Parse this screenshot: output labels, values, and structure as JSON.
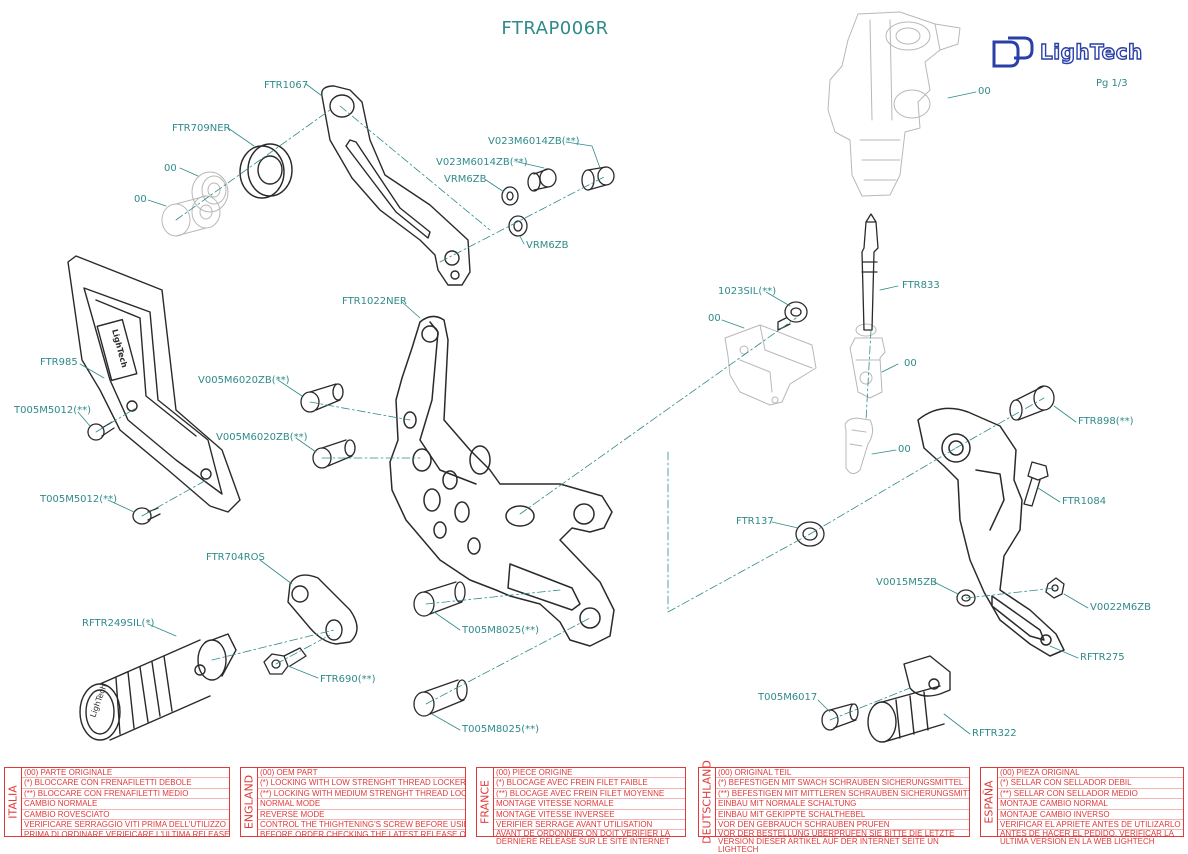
{
  "header": {
    "title": "FTRAP006R",
    "brand": "LighTech",
    "page": "Pg 1/3"
  },
  "colors": {
    "label": "#2f8a8a",
    "leader": "#2f8a8a",
    "line": "#2a2a2a",
    "ghost": "#b8b8b8",
    "legend": "#e03a3a",
    "brand": "#2a3fa8"
  },
  "parts": {
    "ftr1067": "FTR1067",
    "ftr709ner": "FTR709NER",
    "oem_bush_top": "00",
    "oem_bush_bottom": "00",
    "v023_upper": "V023M6014ZB(**)",
    "v023_lower": "V023M6014ZB(**)",
    "vrm6zb_left": "VRM6ZB",
    "vrm6zb_right": "VRM6ZB",
    "oem_master_cylinder": "00",
    "ftr833": "FTR833",
    "oem_clevis": "00",
    "oem_clip": "00",
    "s1023sil": "1023SIL(**)",
    "oem_bracket": "00",
    "ftr1022ner": "FTR1022NER",
    "v005_upper": "V005M6020ZB(**)",
    "v005_lower": "V005M6020ZB(**)",
    "ftr985": "FTR985",
    "t005m5012_upper": "T005M5012(**)",
    "t005m5012_lower": "T005M5012(**)",
    "ftr898": "FTR898(**)",
    "ftr1084": "FTR1084",
    "ftr137": "FTR137",
    "v0015m5zb": "V0015M5ZB",
    "v0022m6zb": "V0022M6ZB",
    "rftr275": "RFTR275",
    "ftr704ros": "FTR704ROS",
    "rftr249sil": "RFTR249SIL(*)",
    "ftr690": "FTR690(**)",
    "t005m8025_upper": "T005M8025(**)",
    "t005m8025_lower": "T005M8025(**)",
    "t005m6017": "T005M6017",
    "rftr322": "RFTR322"
  },
  "peg_branding": "LighTech",
  "legend": [
    {
      "language": "ITALIA",
      "rows": [
        "(00) PARTE ORIGINALE",
        "(*)   BLOCCARE CON FRENAFILETTI DEBOLE",
        "(**)  BLOCCARE CON FRENAFILETTI MEDIO",
        "CAMBIO NORMALE",
        "CAMBIO ROVESCIATO",
        "VERIFICARE SERRAGGIO VITI PRIMA DELL'UTILIZZO",
        "PRIMA DI ORDINARE VERIFICARE L'ULTIMA RELEASE SUL SITO"
      ]
    },
    {
      "language": "ENGLAND",
      "rows": [
        "(00) OEM PART",
        "(*)   LOCKING WITH LOW STRENGHT THREAD LOCKER",
        "(**)  LOCKING WITH MEDIUM STRENGHT THREAD LOCKER",
        "NORMAL MODE",
        "REVERSE MODE",
        "CONTROL THE THIGHTENING'S SCREW BEFORE USING",
        "BEFORE ORDER CHECKING THE LATEST RELEASE ON WEBSITE"
      ]
    },
    {
      "language": "FRANCE",
      "rows": [
        "(00) PIECE ORIGINE",
        "(*)   BLOCAGE AVEC FREIN FILET FAIBLE",
        "(**)  BLOCAGE AVEC FREIN FILET MOYENNE",
        "MONTAGE VITESSE NORMALE",
        "MONTAGE VITESSE INVERSEE",
        "VERIFIER SERRAGE AVANT UTILISATION",
        "AVANT DE ORDONNER ON DOIT VERIFIER LA DERNIERE RELEASE SUR LE SITE INTERNET"
      ]
    },
    {
      "language": "DEUTSCHLAND",
      "rows": [
        "(00) ORIGINAL TEIL",
        "(*)   BEFESTIGEN MIT SWACH SCHRAUBEN SICHERUNGSMITTEL",
        "(**)  BEFESTIGEN MIT MITTLEREN SCHRAUBEN SICHERUNGSMITTEL",
        "EINBAU MIT NORMALE SCHALTUNG",
        "EINBAU MIT GEKIPPTE SCHALTHEBEL",
        "VOR DEN GEBRAUCH SCHRAUBEN PRUFEN",
        "VOR DER BESTELLUNG ÜBERPRÜFEN SIE BITTE DIE LETZTE VERSION DIESER ARTIKEL AUF DER INTERNET SEITE UN LIGHTECH"
      ]
    },
    {
      "language": "ESPAÑA",
      "rows": [
        "(00) PIEZA ORIGINAL",
        "(*)   SELLAR CON SELLADOR DEBIL",
        "(**)  SELLAR CON SELLADOR MEDIO",
        "MONTAJE  CAMBIO NORMAL",
        "MONTAJE CAMBIO INVERSO",
        "VERIFICAR EL APRIETE ANTES DE UTILIZARLO",
        "ANTES DE HACER EL PEDIDO, VERIFICAR LA ULTIMA VERSION EN LA WEB LIGHTECH"
      ]
    }
  ]
}
